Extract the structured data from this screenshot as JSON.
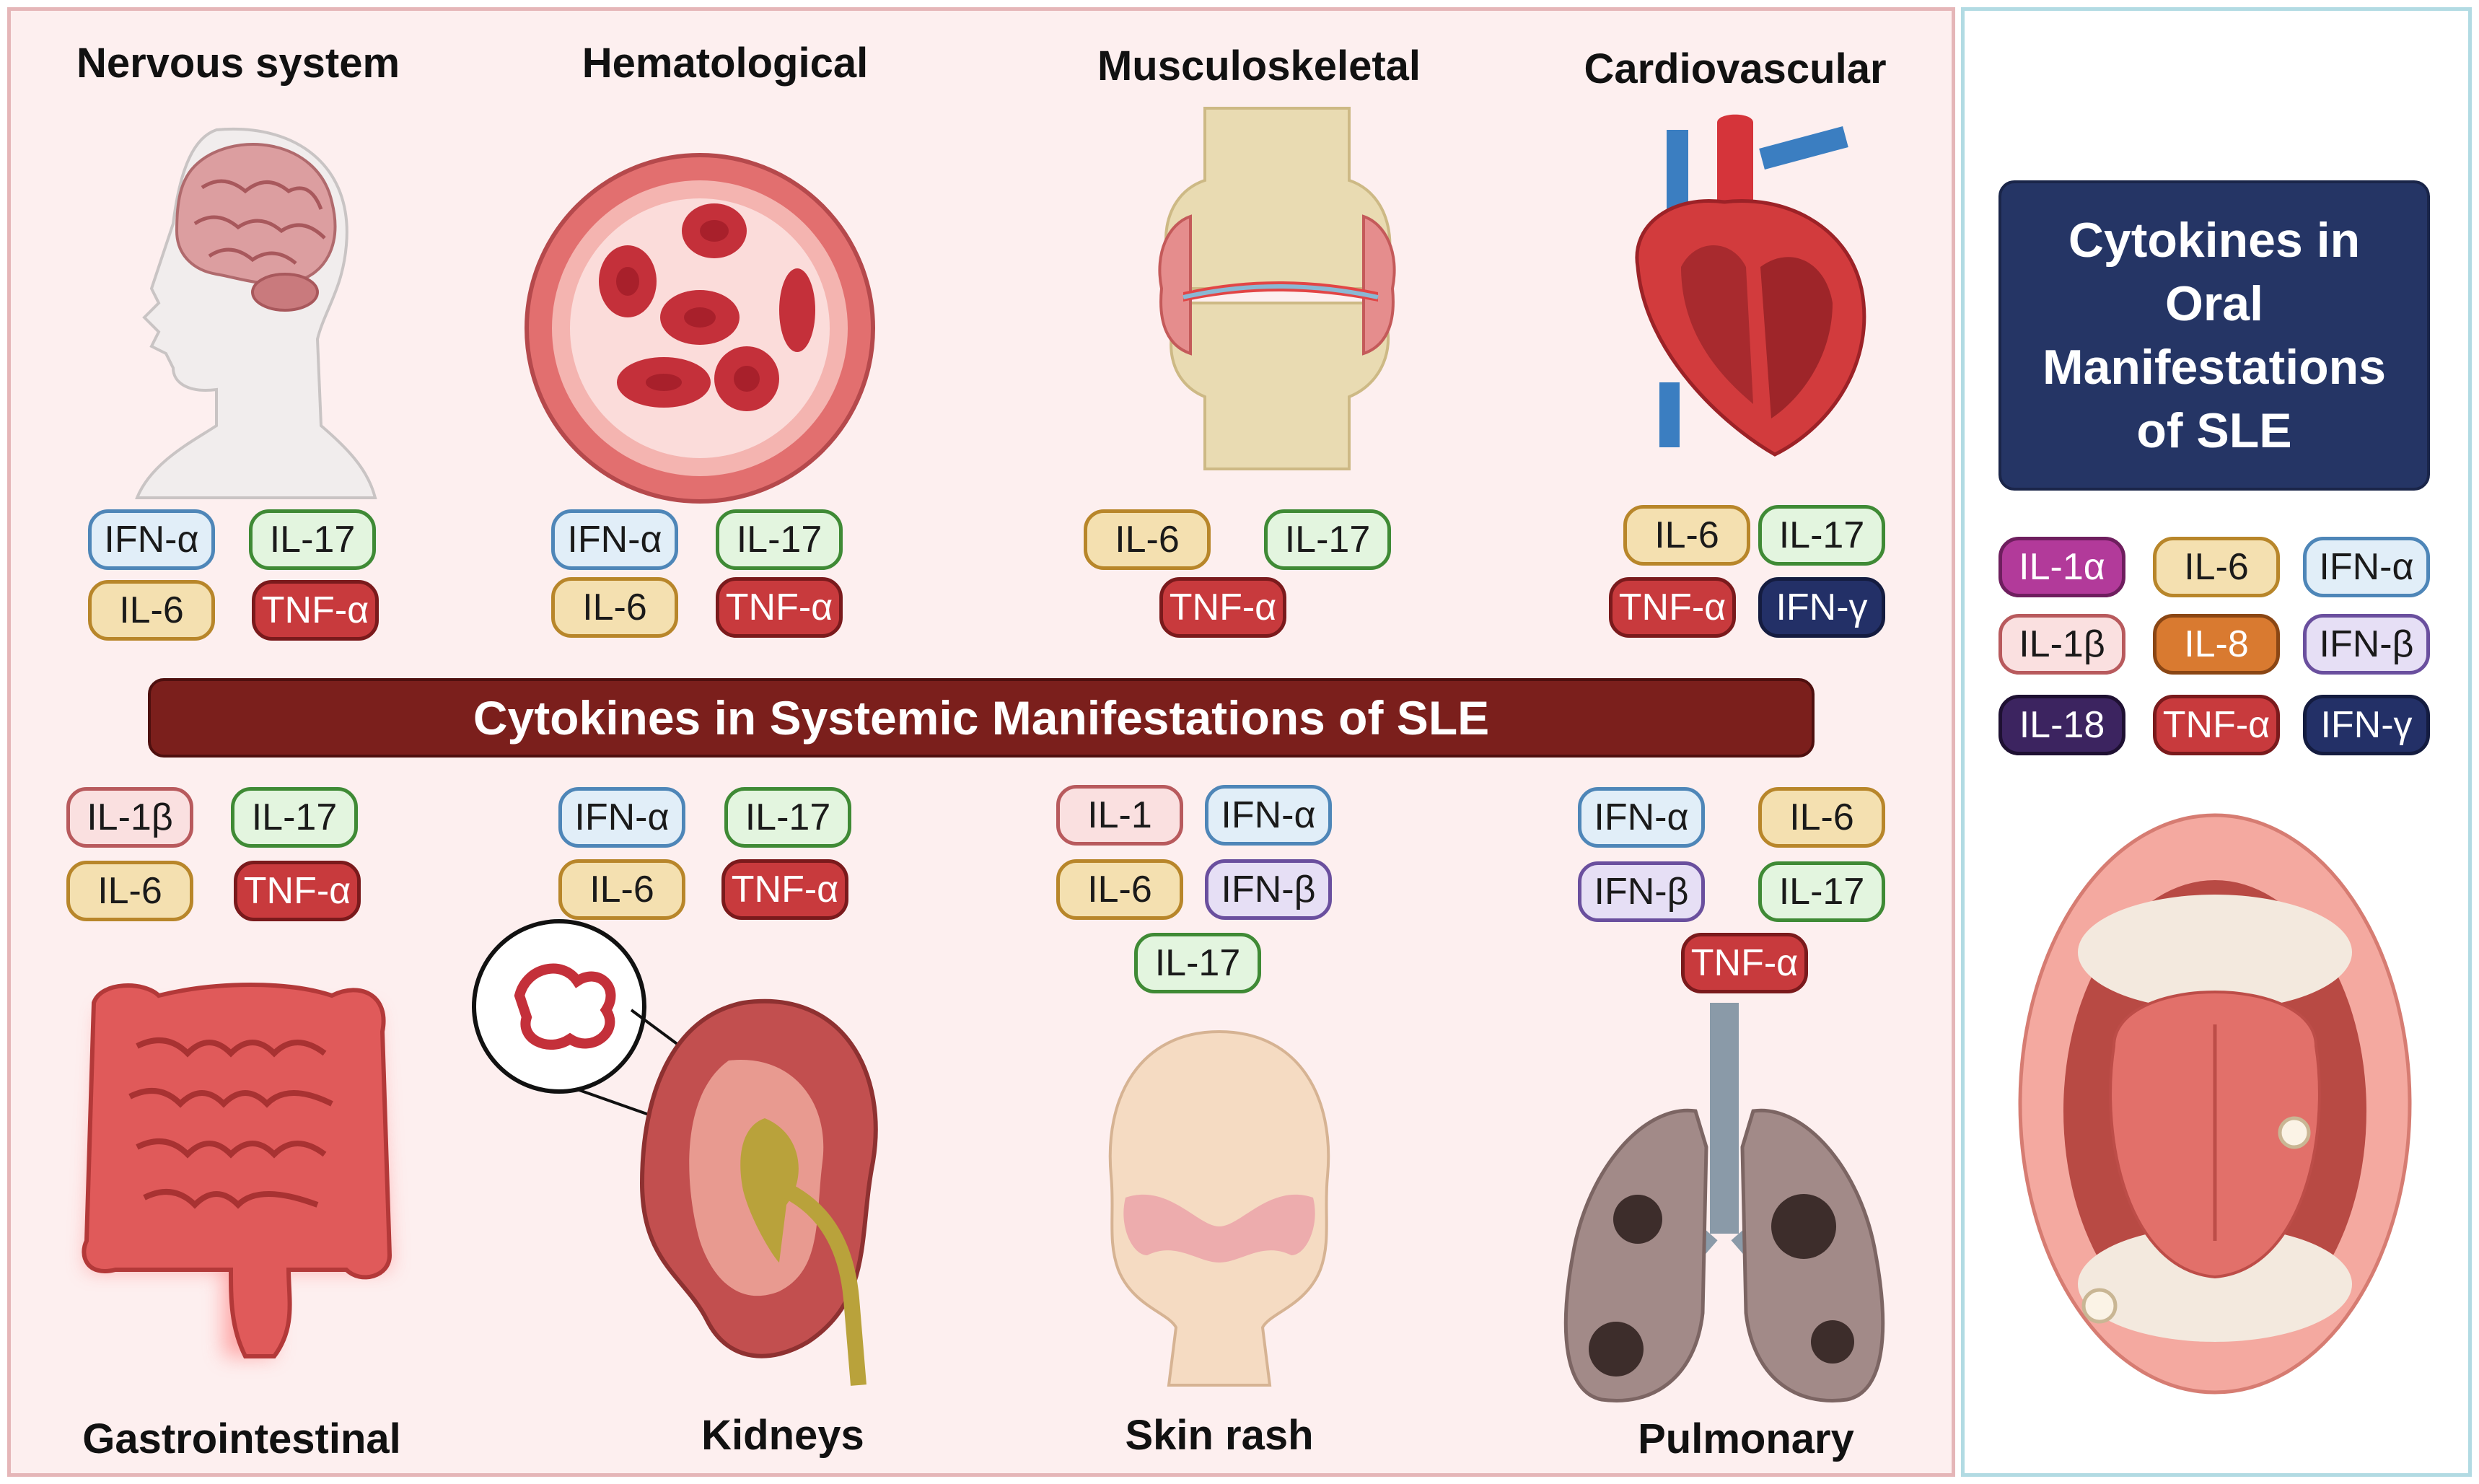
{
  "banner": "Cytokines in Systemic Manifestations of SLE",
  "oral_title": "Cytokines in Oral Manifestations of SLE",
  "colors": {
    "il6": {
      "bg": "#f4e0b0",
      "border": "#b8862a"
    },
    "il17": {
      "bg": "#e3f5df",
      "border": "#3f8a35"
    },
    "ifna": {
      "bg": "#e1eef8",
      "border": "#4e86b8"
    },
    "ifnb": {
      "bg": "#e6dff5",
      "border": "#6a4f9e"
    },
    "ifng": {
      "bg": "#233067",
      "border": "#141c40",
      "text": "#ffffff"
    },
    "tnfa": {
      "bg": "#c83a3d",
      "border": "#7a1a1c",
      "text": "#ffffff"
    },
    "il1b": {
      "bg": "#fae0e0",
      "border": "#b85a5d"
    },
    "il1": {
      "bg": "#fae0e0",
      "border": "#b85a5d"
    },
    "il1a": {
      "bg": "#b23a9a",
      "border": "#6e1e5e",
      "text": "#ffffff"
    },
    "il8": {
      "bg": "#d97a30",
      "border": "#8a4614",
      "text": "#ffffff"
    },
    "il18": {
      "bg": "#3c2460",
      "border": "#1e1032",
      "text": "#ffffff"
    }
  },
  "organs": [
    {
      "id": "nervous",
      "label": "Nervous system",
      "chips": [
        {
          "t": "IFN-α",
          "c": "ifna"
        },
        {
          "t": "IL-17",
          "c": "il17"
        },
        {
          "t": "IL-6",
          "c": "il6"
        },
        {
          "t": "TNF-α",
          "c": "tnfa"
        }
      ]
    },
    {
      "id": "hematological",
      "label": "Hematological",
      "chips": [
        {
          "t": "IFN-α",
          "c": "ifna"
        },
        {
          "t": "IL-17",
          "c": "il17"
        },
        {
          "t": "IL-6",
          "c": "il6"
        },
        {
          "t": "TNF-α",
          "c": "tnfa"
        }
      ]
    },
    {
      "id": "musculoskeletal",
      "label": "Musculoskeletal",
      "chips": [
        {
          "t": "IL-6",
          "c": "il6"
        },
        {
          "t": "IL-17",
          "c": "il17"
        },
        {
          "t": "TNF-α",
          "c": "tnfa"
        }
      ]
    },
    {
      "id": "cardiovascular",
      "label": "Cardiovascular",
      "chips": [
        {
          "t": "IL-6",
          "c": "il6"
        },
        {
          "t": "IL-17",
          "c": "il17"
        },
        {
          "t": "TNF-α",
          "c": "tnfa"
        },
        {
          "t": "IFN-γ",
          "c": "ifng"
        }
      ]
    },
    {
      "id": "gastrointestinal",
      "label": "Gastrointestinal",
      "chips": [
        {
          "t": "IL-1β",
          "c": "il1b"
        },
        {
          "t": "IL-17",
          "c": "il17"
        },
        {
          "t": "IL-6",
          "c": "il6"
        },
        {
          "t": "TNF-α",
          "c": "tnfa"
        }
      ]
    },
    {
      "id": "kidneys",
      "label": "Kidneys",
      "chips": [
        {
          "t": "IFN-α",
          "c": "ifna"
        },
        {
          "t": "IL-17",
          "c": "il17"
        },
        {
          "t": "IL-6",
          "c": "il6"
        },
        {
          "t": "TNF-α",
          "c": "tnfa"
        }
      ]
    },
    {
      "id": "skin",
      "label": "Skin rash",
      "chips": [
        {
          "t": "IL-1",
          "c": "il1"
        },
        {
          "t": "IFN-α",
          "c": "ifna"
        },
        {
          "t": "IL-6",
          "c": "il6"
        },
        {
          "t": "IFN-β",
          "c": "ifnb"
        },
        {
          "t": "IL-17",
          "c": "il17"
        }
      ]
    },
    {
      "id": "pulmonary",
      "label": "Pulmonary",
      "chips": [
        {
          "t": "IFN-α",
          "c": "ifna"
        },
        {
          "t": "IL-6",
          "c": "il6"
        },
        {
          "t": "IFN-β",
          "c": "ifnb"
        },
        {
          "t": "IL-17",
          "c": "il17"
        },
        {
          "t": "TNF-α",
          "c": "tnfa"
        }
      ]
    }
  ],
  "oral_chips": [
    {
      "t": "IL-1α",
      "c": "il1a"
    },
    {
      "t": "IL-6",
      "c": "il6"
    },
    {
      "t": "IFN-α",
      "c": "ifna"
    },
    {
      "t": "IL-1β",
      "c": "il1b"
    },
    {
      "t": "IL-8",
      "c": "il8"
    },
    {
      "t": "IFN-β",
      "c": "ifnb"
    },
    {
      "t": "IL-18",
      "c": "il18"
    },
    {
      "t": "TNF-α",
      "c": "tnfa"
    },
    {
      "t": "IFN-γ",
      "c": "ifng"
    }
  ]
}
